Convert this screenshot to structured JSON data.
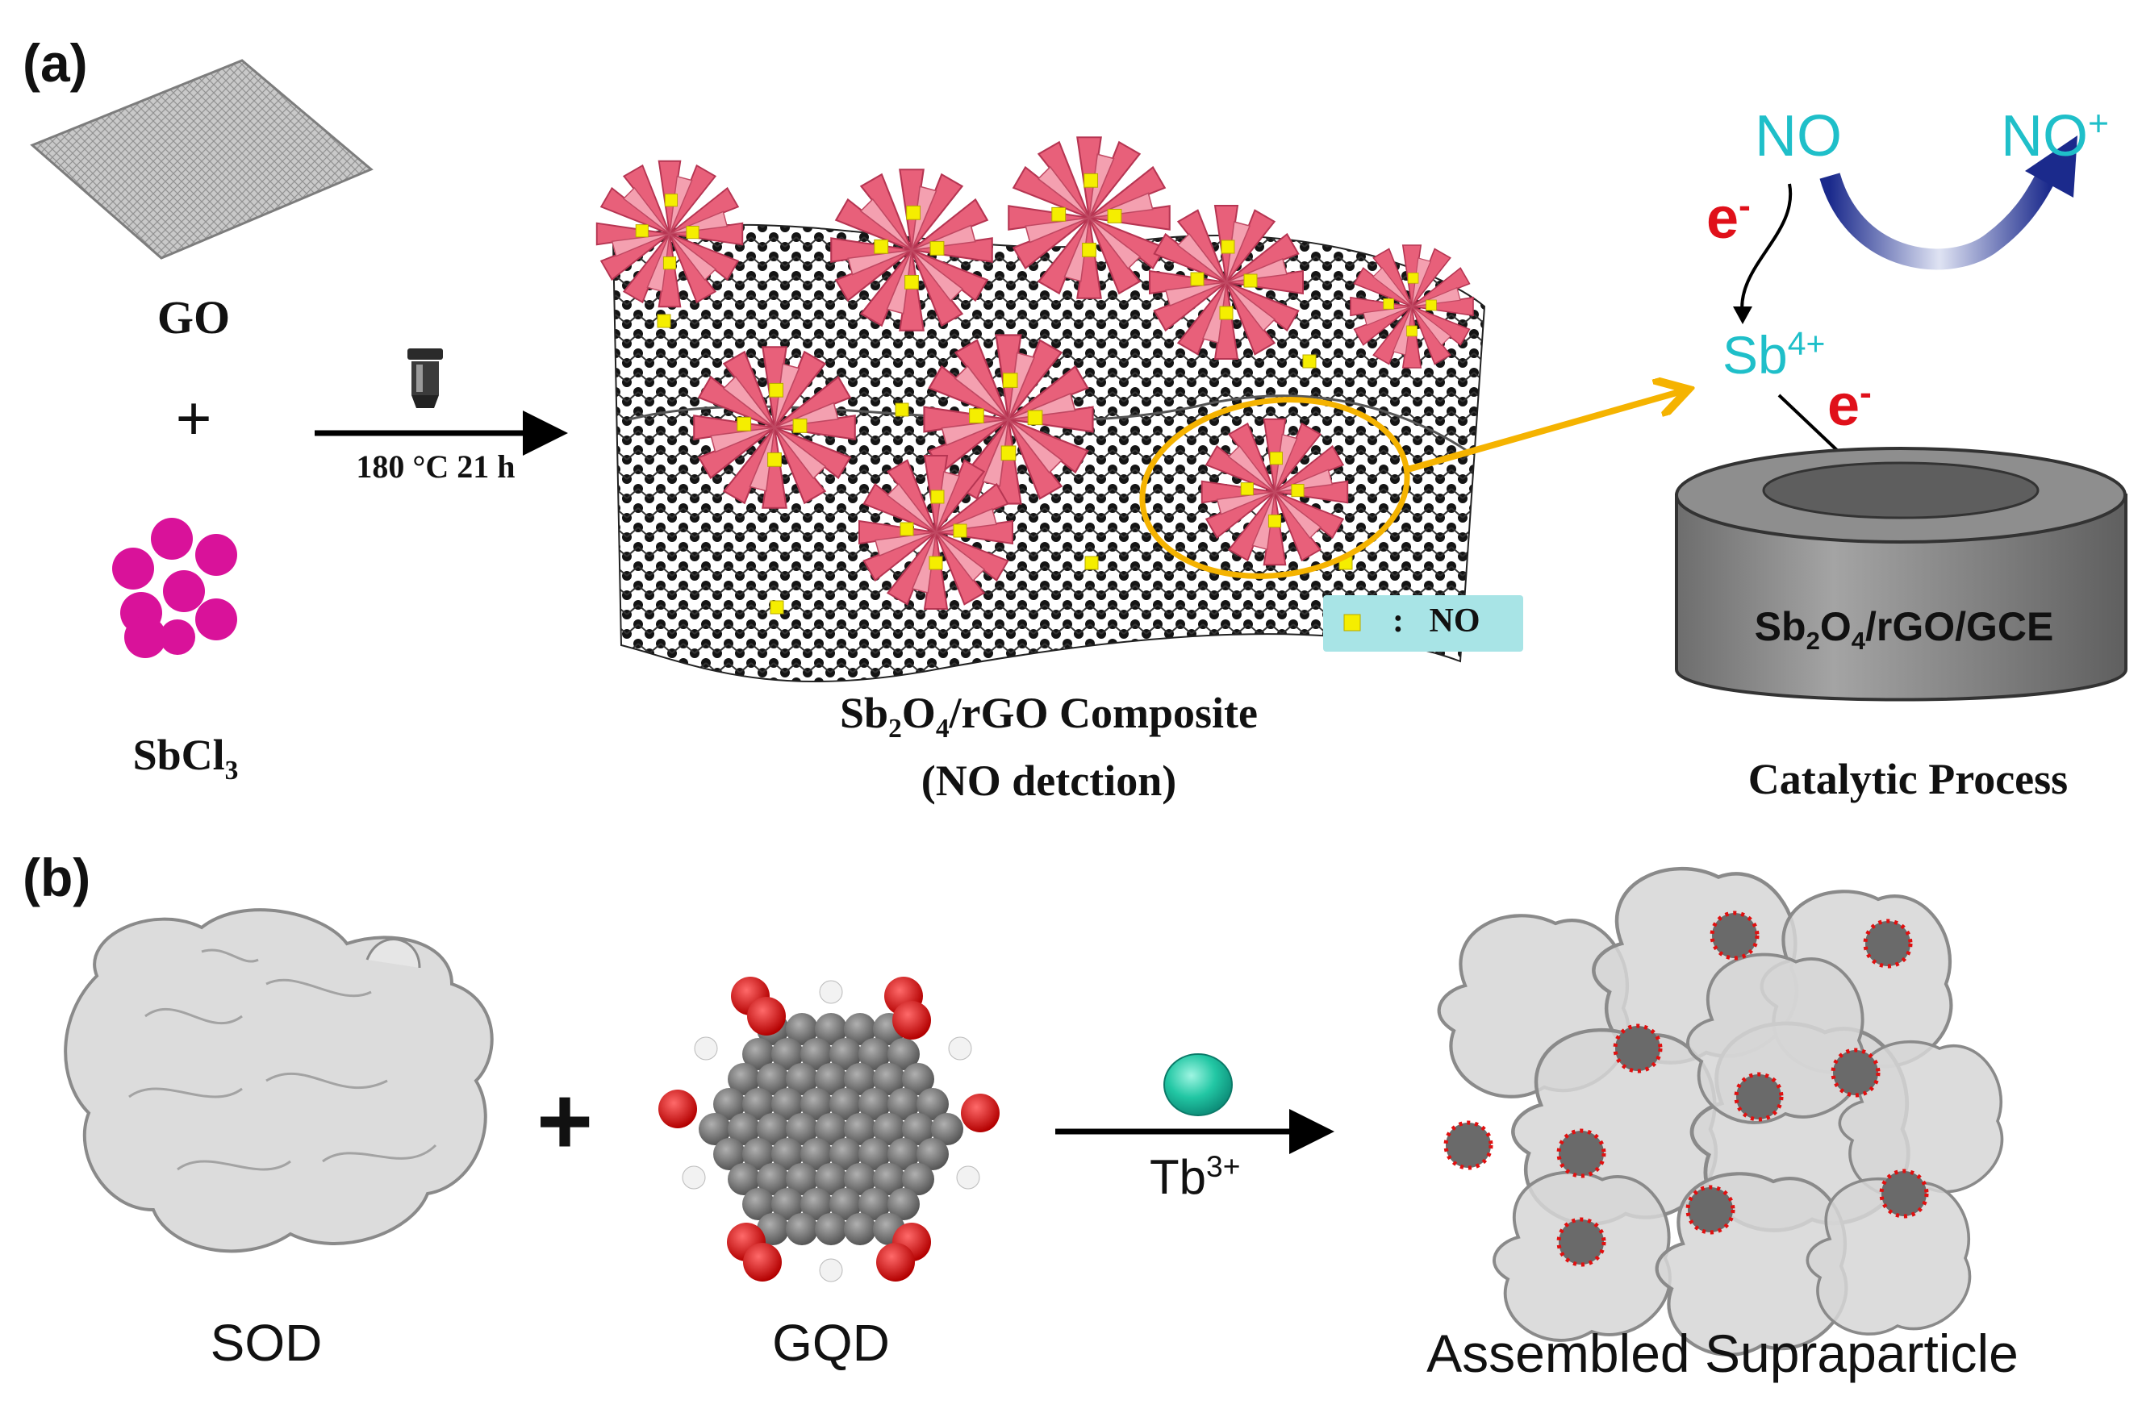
{
  "panel_a": {
    "label": "(a)",
    "reactant_1": "GO",
    "plus": "+",
    "reactant_2": {
      "base": "SbCl",
      "sub": "3"
    },
    "condition": "180 °C 21 h",
    "composite_caption": {
      "line1_sb": "Sb",
      "line1_sub1": "2",
      "line1_o": "O",
      "line1_sub2": "4",
      "line1_rest": "/rGO Composite",
      "line2": "(NO detction)"
    },
    "legend": {
      "marker": "yellow-square",
      "separator": ":",
      "species": "NO"
    },
    "catalysis": {
      "no": "NO",
      "no_plus": {
        "base": "NO",
        "sup": "+"
      },
      "electron_1": {
        "base": "e",
        "sup": "-"
      },
      "electron_2": {
        "base": "e",
        "sup": "-"
      },
      "sb_ion": {
        "base": "Sb",
        "sup": "4+"
      },
      "electrode": {
        "sb": "Sb",
        "sub1": "2",
        "o": "O",
        "sub2": "4",
        "rest": "/rGO/GCE"
      },
      "caption": "Catalytic Process"
    },
    "colors": {
      "flower": "#e8607a",
      "ion_text": "#1fbfc9",
      "electron": "#e0101a",
      "arc": "#1b2a8c",
      "highlight": "#f5b300",
      "no_dot": "#f5ee00"
    }
  },
  "panel_b": {
    "label": "(b)",
    "component_1": "SOD",
    "plus": "+",
    "component_2": "GQD",
    "reagent": {
      "base": "Tb",
      "sup": "3+"
    },
    "product": "Assembled Supraparticle",
    "colors": {
      "tb_ion": "#1fc9a9",
      "gqd_carbon": "#6d6d6d",
      "gqd_oxygen": "#e01010"
    }
  }
}
